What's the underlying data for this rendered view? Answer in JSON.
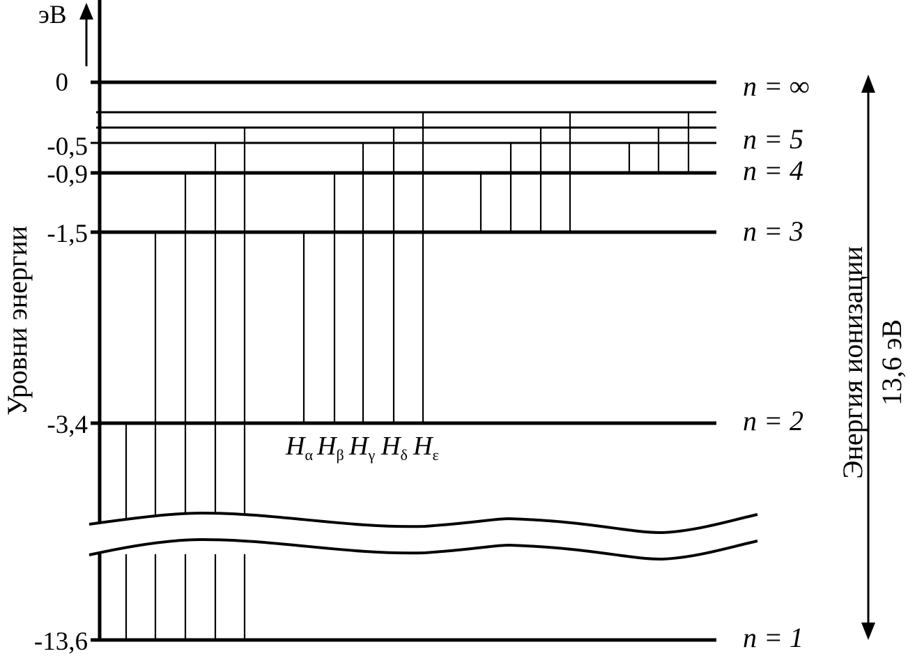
{
  "axis": {
    "unit": "эВ",
    "title": "Уровни энергии"
  },
  "levels": [
    {
      "tick": "0",
      "label": "n = ∞"
    },
    {
      "tick": "",
      "label": ""
    },
    {
      "tick": "",
      "label": ""
    },
    {
      "tick": "-0,5",
      "label": "n = 5"
    },
    {
      "tick": "-0,9",
      "label": "n = 4"
    },
    {
      "tick": "-1,5",
      "label": "n = 3"
    },
    {
      "tick": "-3,4",
      "label": "n = 2"
    },
    {
      "tick": "-13,6",
      "label": "n = 1"
    }
  ],
  "ionization": {
    "line1": "Энергия ионизации",
    "line2": "13,6 эВ"
  },
  "balmer_labels": [
    {
      "letter": "H",
      "sub": "α"
    },
    {
      "letter": "H",
      "sub": "β"
    },
    {
      "letter": "H",
      "sub": "γ"
    },
    {
      "letter": "H",
      "sub": "δ"
    },
    {
      "letter": "H",
      "sub": "ε"
    }
  ],
  "colors": {
    "ink": "#000000",
    "paper": "#ffffff"
  }
}
